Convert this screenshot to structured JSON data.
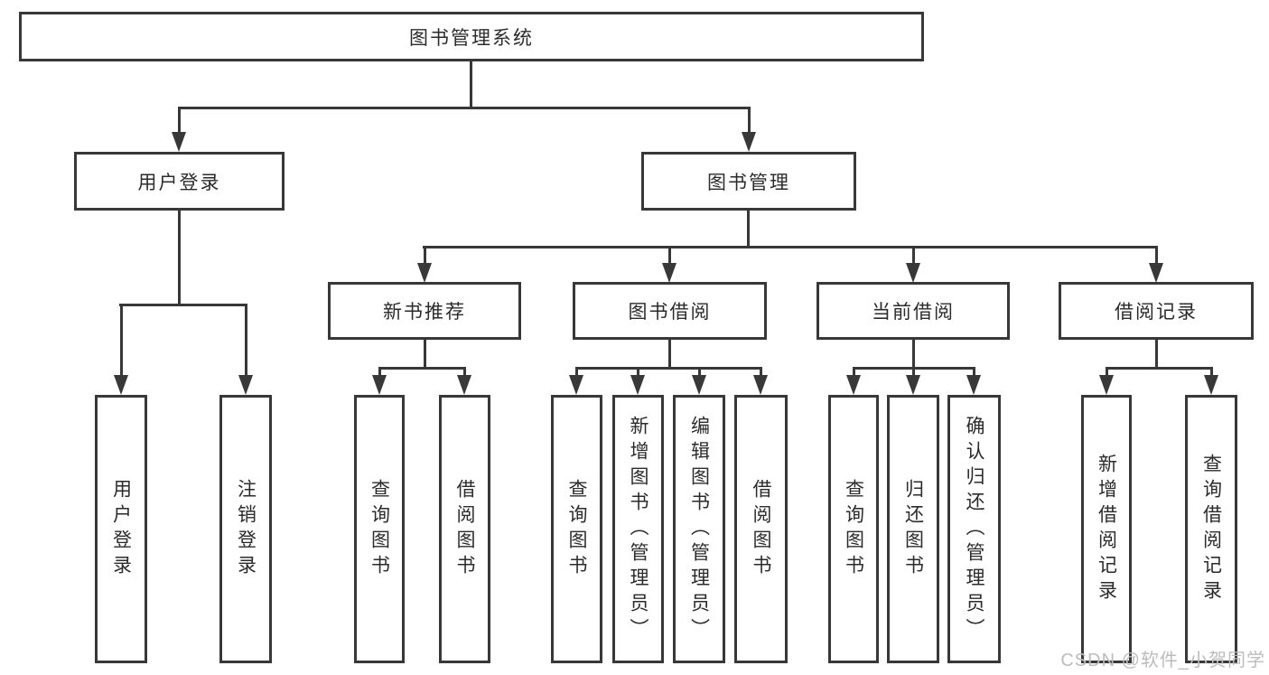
{
  "colors": {
    "line": "#383838",
    "box_border": "#383838",
    "text": "#2b2b2b",
    "watermark": "#bcbcbc",
    "background": "#ffffff"
  },
  "watermark": {
    "text": "CSDN @软件_小贺同学"
  },
  "tree": {
    "label": "图书管理系统",
    "children": [
      {
        "label": "用户登录",
        "children": [
          {
            "label": "用户登录"
          },
          {
            "label": "注销登录"
          }
        ]
      },
      {
        "label": "图书管理",
        "children": [
          {
            "label": "新书推荐",
            "children": [
              {
                "label": "查询图书"
              },
              {
                "label": "借阅图书"
              }
            ]
          },
          {
            "label": "图书借阅",
            "children": [
              {
                "label": "查询图书"
              },
              {
                "label": "新增图书（管理员）"
              },
              {
                "label": "编辑图书（管理员）"
              },
              {
                "label": "借阅图书"
              }
            ]
          },
          {
            "label": "当前借阅",
            "children": [
              {
                "label": "查询图书"
              },
              {
                "label": "归还图书"
              },
              {
                "label": "确认归还（管理员）"
              }
            ]
          },
          {
            "label": "借阅记录",
            "children": [
              {
                "label": "新增借阅记录"
              },
              {
                "label": "查询借阅记录"
              }
            ]
          }
        ]
      }
    ]
  }
}
